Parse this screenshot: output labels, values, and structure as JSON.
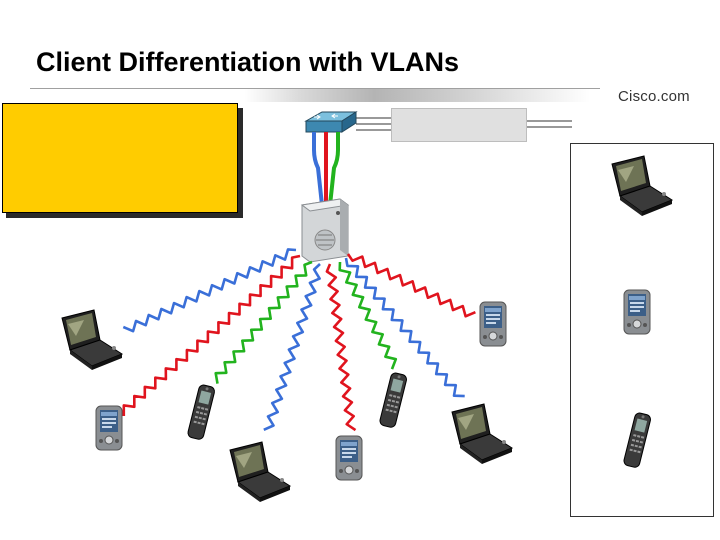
{
  "slide": {
    "title": "Client Differentiation with VLANs",
    "brand": "Cisco.com"
  },
  "callout": {
    "text": ""
  },
  "wired_box": {
    "text": ""
  },
  "colors": {
    "vlan_blue": "#3a6fd8",
    "vlan_red": "#e0141e",
    "vlan_green": "#22b31e",
    "callout_fill": "#ffcc00",
    "switch_fill": "#5fa6c8",
    "device_dark": "#2b2b2b"
  },
  "icons": {
    "switch": "switch-icon",
    "access_point": "access-point-icon",
    "laptop": "laptop-icon",
    "pda": "pda-icon",
    "ip_phone": "wireless-ip-phone-icon"
  },
  "wired_links": [
    {
      "vlan": "blue"
    },
    {
      "vlan": "red"
    },
    {
      "vlan": "green"
    }
  ],
  "wireless_clients": [
    {
      "device": "laptop",
      "vlan": "blue"
    },
    {
      "device": "pda",
      "vlan": "red"
    },
    {
      "device": "phone",
      "vlan": "green"
    },
    {
      "device": "laptop",
      "vlan": "blue"
    },
    {
      "device": "pda",
      "vlan": "red"
    },
    {
      "device": "phone",
      "vlan": "green"
    },
    {
      "device": "laptop",
      "vlan": "blue"
    },
    {
      "device": "pda",
      "vlan": "red"
    }
  ],
  "legend_devices": [
    {
      "device": "laptop"
    },
    {
      "device": "pda"
    },
    {
      "device": "phone"
    }
  ]
}
